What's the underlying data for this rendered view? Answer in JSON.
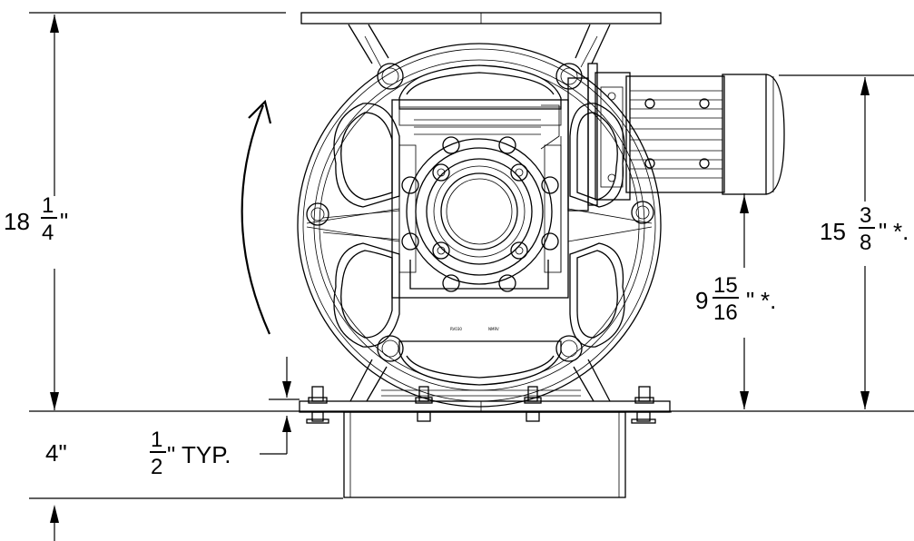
{
  "drawing": {
    "height_overall": {
      "whole": "18",
      "num": "1",
      "den": "4",
      "unit": "\""
    },
    "height_motor": {
      "whole": "15",
      "num": "3",
      "den": "8",
      "unit": "\"",
      "suffix": "*."
    },
    "height_shaft": {
      "whole": "9",
      "num": "15",
      "den": "16",
      "unit": "\"",
      "suffix": "*."
    },
    "flange_depth": "4\"",
    "bolt_offset": {
      "num": "1",
      "den": "2",
      "text": "\" TYP."
    },
    "plate_marks": [
      "RV030",
      "NMRV"
    ]
  }
}
